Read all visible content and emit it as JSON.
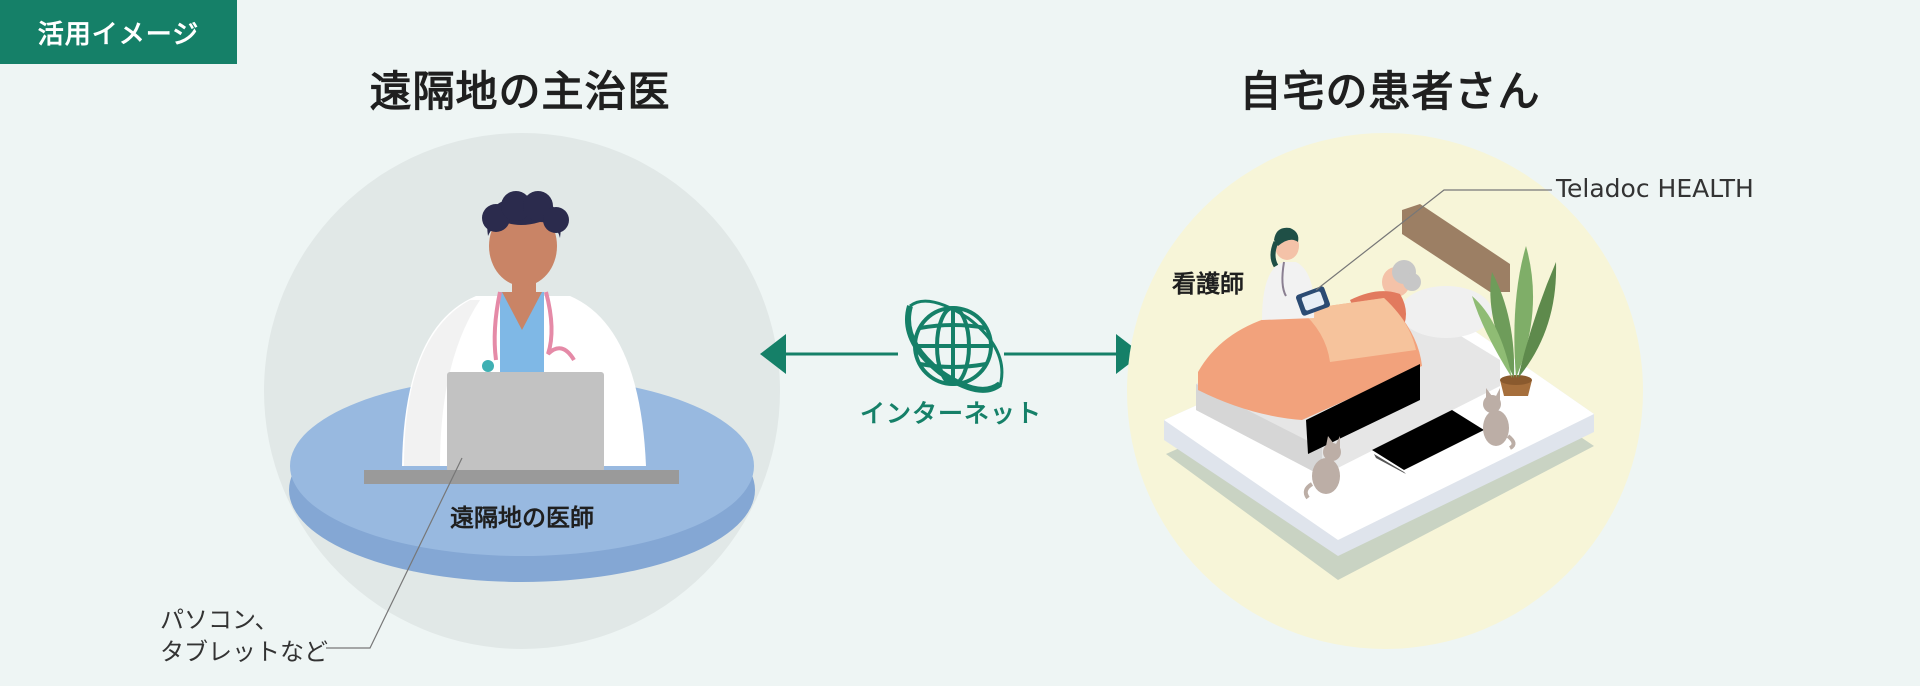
{
  "badge": "活用イメージ",
  "titles": {
    "left": "遠隔地の主治医",
    "right": "自宅の患者さん"
  },
  "labels": {
    "remote_doctor": "遠隔地の医師",
    "device_line1": "パソコン、",
    "device_line2": "タブレットなど",
    "nurse": "看護師",
    "teladoc": "Teladoc HEALTH",
    "internet": "インターネット"
  },
  "colors": {
    "accent": "#158068",
    "background": "#eef5f4",
    "left_circle": "#e1e8e7",
    "right_circle": "#f7f5d8",
    "desk": "#98b9e0",
    "blanket": "#f2a27c"
  },
  "icons": [
    "globe-icon",
    "arrow-left-icon",
    "arrow-right-icon"
  ]
}
